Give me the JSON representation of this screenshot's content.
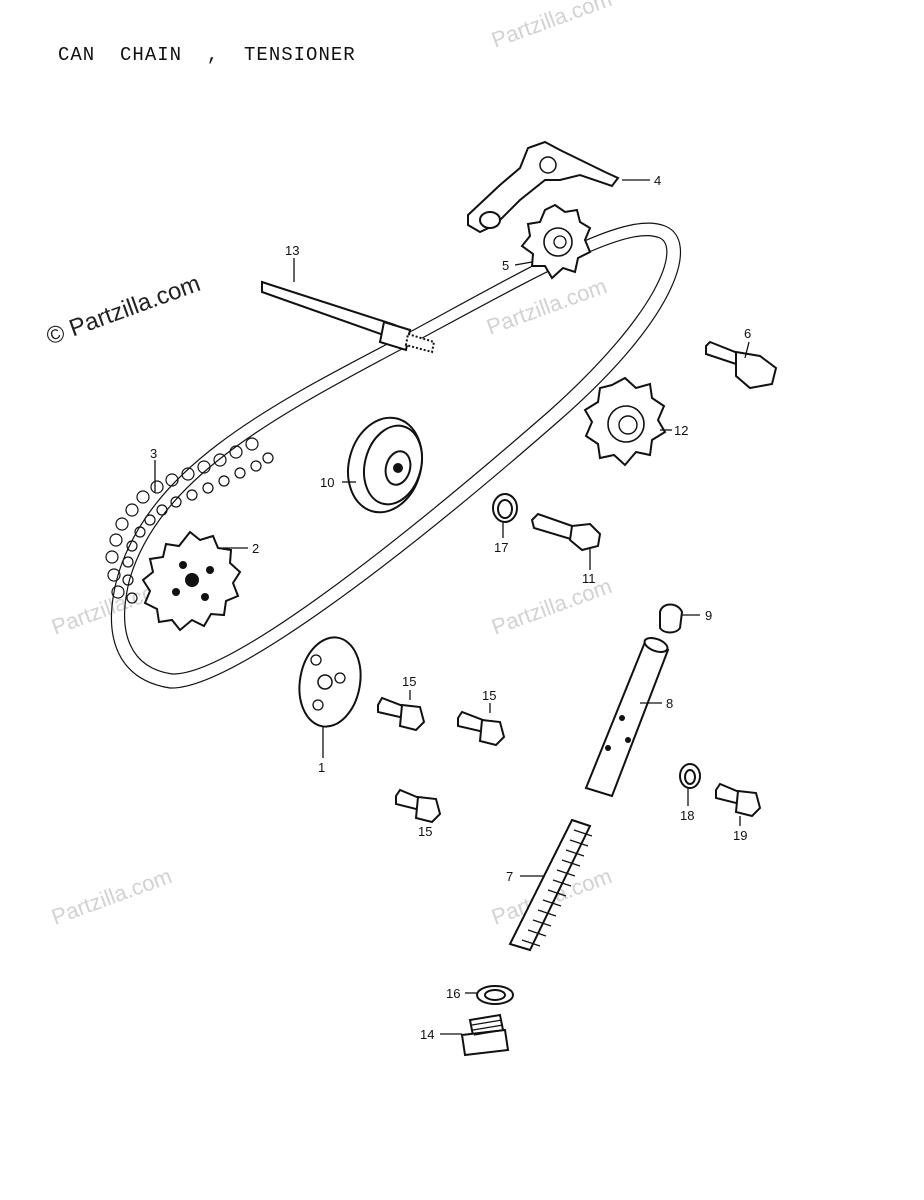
{
  "title": "CAN  CHAIN  ,  TENSIONER",
  "watermark": "Partzilla.com",
  "watermark_prominent": "© Partzilla.com",
  "callouts": {
    "p1": "1",
    "p2": "2",
    "p3": "3",
    "p4": "4",
    "p5": "5",
    "p6": "6",
    "p7": "7",
    "p8": "8",
    "p9": "9",
    "p10": "10",
    "p11": "11",
    "p12": "12",
    "p13": "13",
    "p14": "14",
    "p15a": "15",
    "p15b": "15",
    "p15c": "15",
    "p16": "16",
    "p17": "17",
    "p18": "18",
    "p19": "19"
  }
}
